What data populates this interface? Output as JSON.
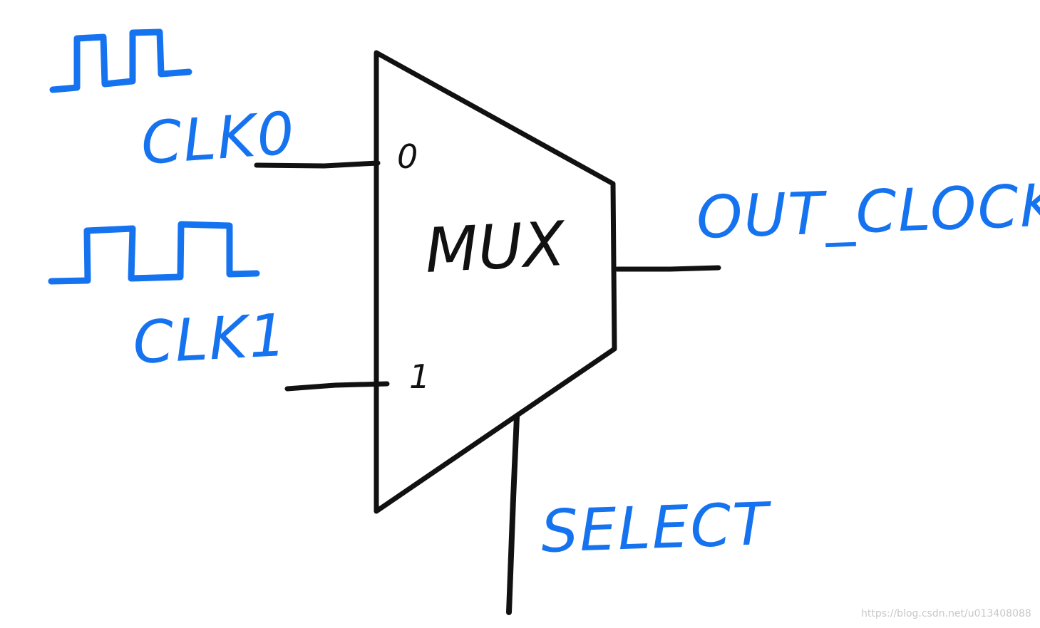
{
  "colors": {
    "ink_black": "#111111",
    "ink_blue": "#1673f0",
    "background": "#ffffff",
    "watermark": "#c8c8c8"
  },
  "labels": {
    "clk0": "CLK0",
    "clk1": "CLK1",
    "mux": "MUX",
    "port0": "0",
    "port1": "1",
    "output": "OUT_CLOCK",
    "select": "SELECT"
  },
  "watermark": "https://blog.csdn.net/u013408088"
}
